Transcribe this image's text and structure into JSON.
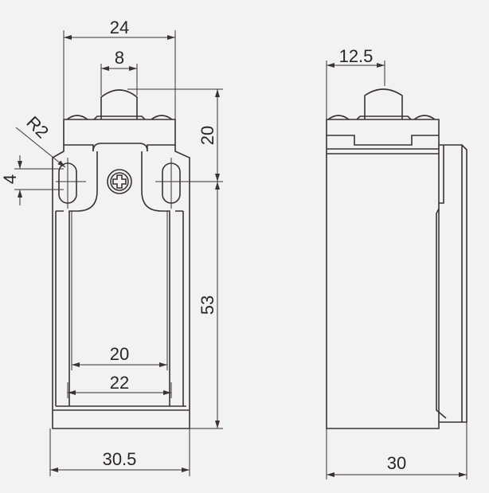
{
  "front_view": {
    "dims": {
      "width_top": "24",
      "plunger_width": "8",
      "height_upper": "20",
      "radius": "R2",
      "slot": "4",
      "inner_width": "20",
      "inner_width_outer": "22",
      "height_body": "53",
      "width_base": "30.5"
    }
  },
  "side_view": {
    "dims": {
      "plunger_offset": "12.5",
      "depth": "30"
    }
  },
  "colors": {
    "background": "#f2f2f2",
    "line": "#3b3232"
  }
}
